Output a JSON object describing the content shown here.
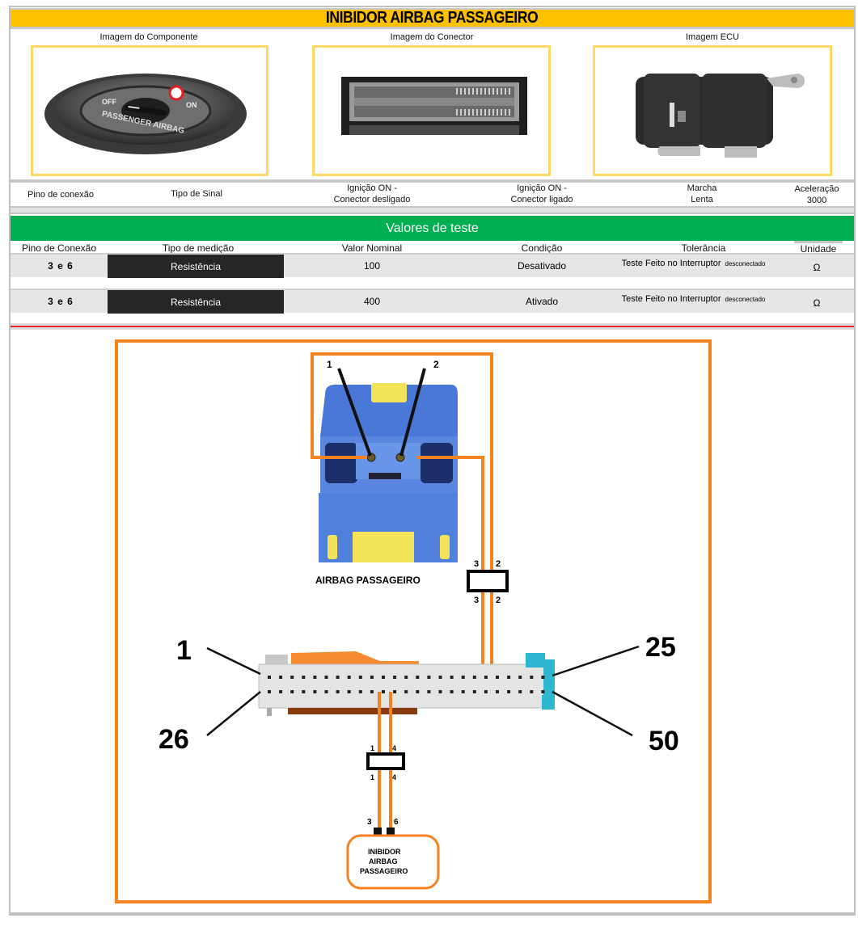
{
  "title": "INIBIDOR AIRBAG PASSAGEIRO",
  "images": [
    {
      "label": "Imagem do Componente",
      "icon": "airbag-switch-photo",
      "text_on_part": {
        "off": "OFF",
        "on": "ON",
        "ring": "PASSENGER AIRBAG"
      }
    },
    {
      "label": "Imagem do Conector",
      "icon": "ecu-connector-photo"
    },
    {
      "label": "Imagem ECU",
      "icon": "ecu-module-photo"
    }
  ],
  "signal_header": {
    "pin": "Pino de conexão",
    "signal_type": "Tipo de Sinal",
    "ign_off_line1": "Ignição ON -",
    "ign_off_line2": "Conector desligado",
    "ign_on_line1": "Ignição ON -",
    "ign_on_line2": "Conector ligado",
    "idle_line1": "Marcha",
    "idle_line2": "Lenta",
    "accel_line1": "Aceleração",
    "accel_line2": "3000"
  },
  "test_values": {
    "section_title": "Valores de teste",
    "columns": [
      "Pino de Conexão",
      "Tipo de medição",
      "Valor Nominal",
      "Condição",
      "Tolerância",
      "Unidade"
    ],
    "rows": [
      {
        "pin": "3 e 6",
        "measurement": "Resistência",
        "nominal": "100",
        "condition": "Desativado",
        "tolerance": "Teste Feito no Interruptor",
        "tolerance_note": "desconectado",
        "unit": "Ω"
      },
      {
        "pin": "3 e 6",
        "measurement": "Resistência",
        "nominal": "400",
        "condition": "Ativado",
        "tolerance": "Teste Feito no Interruptor",
        "tolerance_note": "desconectado",
        "unit": "Ω"
      }
    ]
  },
  "diagram": {
    "colors": {
      "wire": "#f58220",
      "connector_blue": "#4a78d8",
      "connector_yellow": "#f2e35a",
      "ecu_body": "#e4e4e4",
      "ecu_cyan": "#2fb7d0"
    },
    "airbag_connector": {
      "label": "AIRBAG PASSAGEIRO",
      "pin_labels": [
        "1",
        "2"
      ]
    },
    "junction_top": {
      "top_labels": [
        "3",
        "2"
      ],
      "bottom_labels": [
        "3",
        "2"
      ]
    },
    "ecu_connector": {
      "corner_labels": {
        "top_left": "1",
        "top_right": "25",
        "bottom_left": "26",
        "bottom_right": "50"
      }
    },
    "junction_bottom": {
      "top_labels": [
        "1",
        "4"
      ],
      "bottom_labels": [
        "1",
        "4"
      ]
    },
    "inhibitor": {
      "pin_labels": [
        "3",
        "6"
      ],
      "label_line1": "INIBIDOR",
      "label_line2": "AIRBAG",
      "label_line3": "PASSAGEIRO"
    }
  }
}
